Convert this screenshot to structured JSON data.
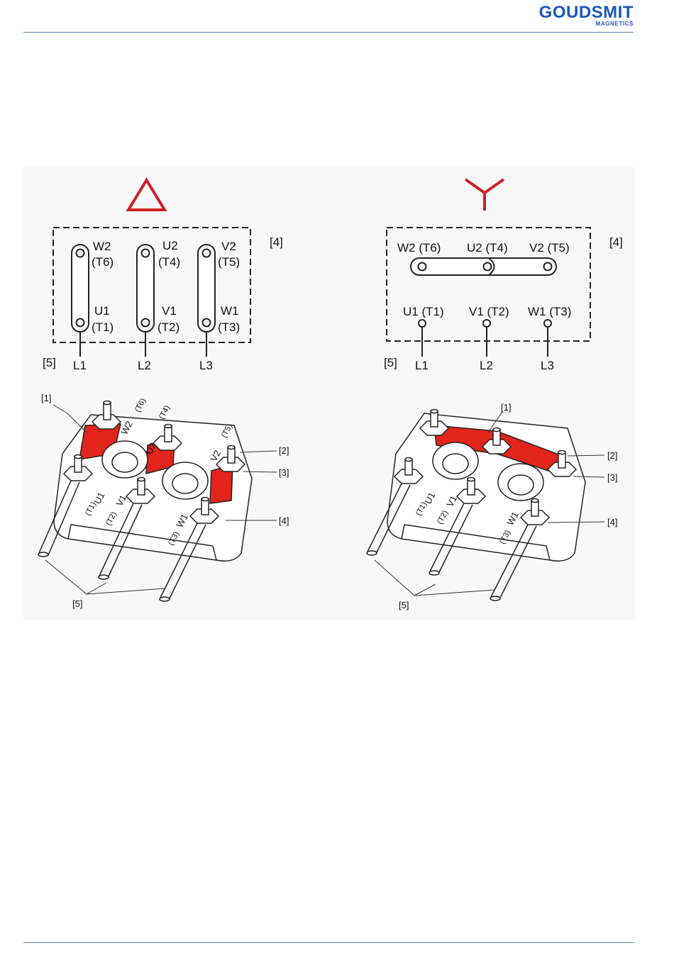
{
  "brand": {
    "name": "GOUDSMIT",
    "sub": "MAGNETICS",
    "color": "#1a58b8"
  },
  "colors": {
    "symbol": "#d01f25",
    "bridge": "#e3241b"
  },
  "delta": {
    "symbol": "delta",
    "columns": [
      {
        "top": "W2",
        "top_t": "(T6)",
        "bottom": "U1",
        "bottom_t": "(T1)",
        "line": "L1"
      },
      {
        "top": "U2",
        "top_t": "(T4)",
        "bottom": "V1",
        "bottom_t": "(T2)",
        "line": "L2"
      },
      {
        "top": "V2",
        "top_t": "(T5)",
        "bottom": "W1",
        "bottom_t": "(T3)",
        "line": "L3"
      }
    ],
    "ref_box": "[4]",
    "ref_lines": "[5]",
    "callouts": [
      "[1]",
      "[2]",
      "[3]",
      "[4]",
      "[5]"
    ],
    "board": {
      "back": [
        [
          "W2",
          "(T6)"
        ],
        [
          "U2",
          "(T4)"
        ],
        [
          "V2",
          "(T5)"
        ]
      ],
      "front": [
        [
          "U1",
          "(T1)"
        ],
        [
          "V1",
          "(T2)"
        ],
        [
          "W1",
          "(T3)"
        ]
      ]
    }
  },
  "star": {
    "symbol": "star",
    "top": [
      "W2 (T6)",
      "U2 (T4)",
      "V2 (T5)"
    ],
    "bottom": [
      {
        "label": "U1 (T1)",
        "line": "L1"
      },
      {
        "label": "V1 (T2)",
        "line": "L2"
      },
      {
        "label": "W1 (T3)",
        "line": "L3"
      }
    ],
    "ref_box": "[4]",
    "ref_lines": "[5]",
    "callouts": [
      "[1]",
      "[2]",
      "[3]",
      "[4]",
      "[5]"
    ],
    "board": {
      "front": [
        [
          "U1",
          "(T1)"
        ],
        [
          "V1",
          "(T2)"
        ],
        [
          "W1",
          "(T3)"
        ]
      ]
    }
  }
}
